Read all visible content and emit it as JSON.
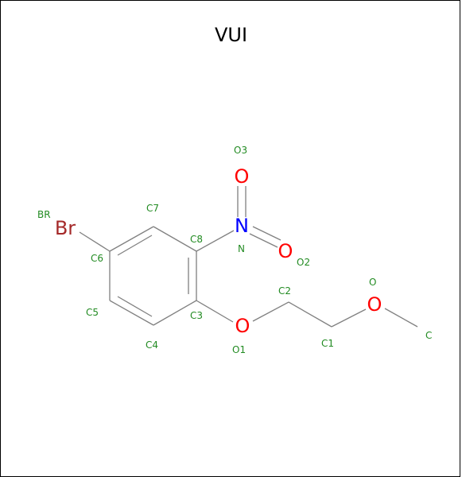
{
  "title": "VUI",
  "colors": {
    "bond": "#808080",
    "oxygen": "#ff0000",
    "nitrogen": "#0000ff",
    "bromine": "#a52a2a",
    "label": "#228b22",
    "border": "#000000"
  },
  "atoms": {
    "br": "Br",
    "n": "N",
    "o_nitro_top": "O",
    "o_nitro_right": "O",
    "o_ether": "O",
    "o_methoxy": "O"
  },
  "labels": {
    "br": "BR",
    "c6": "C6",
    "c7": "C7",
    "c8": "C8",
    "c5": "C5",
    "c4": "C4",
    "c3": "C3",
    "o3": "O3",
    "n": "N",
    "o2": "O2",
    "o1": "O1",
    "c2": "C2",
    "c1": "C1",
    "o": "O",
    "c": "C"
  }
}
